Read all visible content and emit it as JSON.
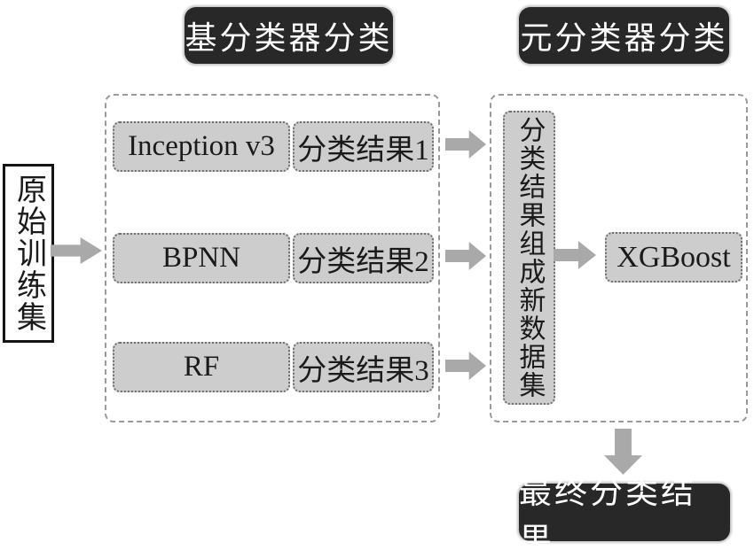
{
  "diagram": {
    "stage_labels": {
      "base": "基分类器分类",
      "meta": "元分类器分类"
    },
    "input": {
      "label": "原始训练集"
    },
    "base_classifiers": [
      {
        "model": "Inception v3",
        "result": "分类结果1"
      },
      {
        "model": "BPNN",
        "result": "分类结果2"
      },
      {
        "model": "RF",
        "result": "分类结果3"
      }
    ],
    "meta_classifier": {
      "dataset": "分类结果组成新数据集",
      "model": "XGBoost"
    },
    "output": {
      "label": "最终分类结果"
    },
    "colors": {
      "banner_bg": "#282828",
      "banner_text": "#ffffff",
      "node_fill": "#cdcdcd",
      "node_border": "#6e6e6e",
      "container_border": "#9a9a9a",
      "arrow": "#a9a9a9",
      "input_border": "#141414"
    }
  }
}
